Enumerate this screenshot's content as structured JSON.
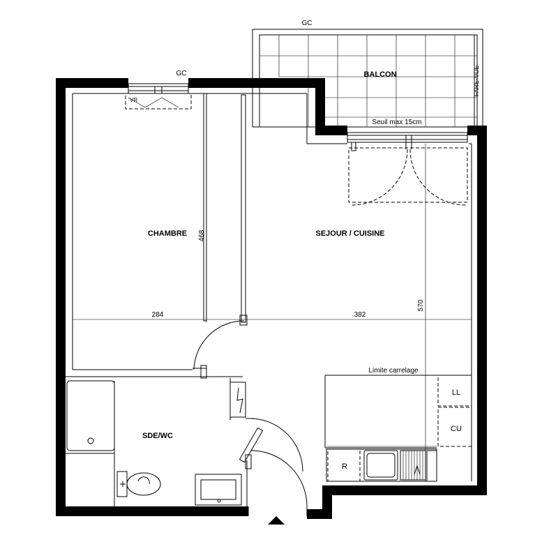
{
  "rooms": {
    "chambre": "CHAMBRE",
    "sejour": "SEJOUR / CUISINE",
    "sde": "SDE/WC",
    "balcon": "BALCON"
  },
  "annotations": {
    "gc_balcony": "GC",
    "gc_bedroom": "GC",
    "vr": "VR",
    "fare_vue": "FARE-VUE",
    "seuil": "Seuil max 15cm",
    "limite": "Limite carrelage",
    "ll": "LL",
    "cu": "CU",
    "r": "R"
  },
  "dimensions": {
    "chambre_height": "468",
    "chambre_width": "284",
    "sejour_width": "382",
    "sejour_height": "570"
  }
}
